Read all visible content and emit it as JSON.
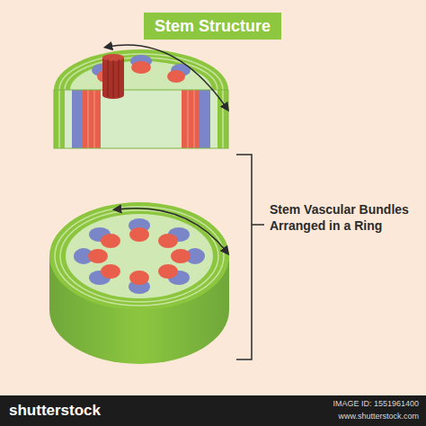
{
  "diagram": {
    "title": "Stem Structure",
    "labels": [
      "Stem Vascular Bundles Arranged in a Ring",
      "shutterstock",
      "IMAGE ID: 1551961400",
      "www.shutterstock.com"
    ]
  }
}
